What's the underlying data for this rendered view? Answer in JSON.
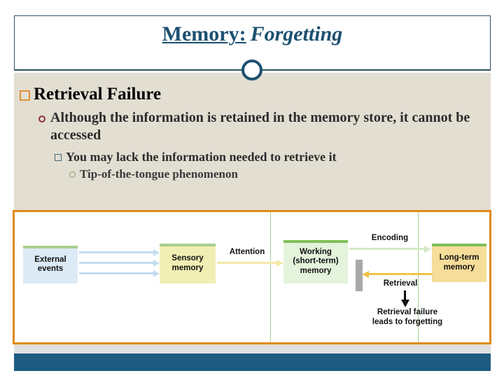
{
  "slide": {
    "title_main": "Memory:",
    "title_sub": "Forgetting",
    "accent_title_color": "#1d5070",
    "body_background_color": "#e3ded2",
    "footer_bar_color": "#1d5c80"
  },
  "bullets": {
    "level1": {
      "text": "Retrieval Failure",
      "marker": "square-outline-bullet",
      "marker_color": "#e0913a"
    },
    "level2": {
      "text": "Although the information is retained in the memory store, it cannot be accessed",
      "marker": "circle-outline-bullet",
      "marker_color": "#8c2f3a"
    },
    "level3": {
      "text": "You may lack the information needed to retrieve it",
      "marker": "square-outline-bullet",
      "marker_color": "#3d6a78"
    },
    "level4": {
      "text": "Tip-of-the-tongue phenomenon",
      "marker": "circle-outline-bullet",
      "marker_color": "#7ba05b"
    }
  },
  "diagram": {
    "border_color": "#e08a18",
    "boxes": [
      {
        "id": "external",
        "label": "External\nevents",
        "line1": "External",
        "line2": "events",
        "line3": "",
        "fill": "#dceaf6",
        "topbar": "#a9cf8e"
      },
      {
        "id": "sensory",
        "label": "Sensory memory",
        "line1": "Sensory",
        "line2": "memory",
        "line3": "",
        "fill": "#f2efb4",
        "topbar": "#a9cf8e"
      },
      {
        "id": "working",
        "label": "Working (short-term) memory",
        "line1": "Working",
        "line2": "(short-term)",
        "line3": "memory",
        "fill": "#e4f3dc",
        "topbar": "#7fbf5a"
      },
      {
        "id": "longterm",
        "label": "Long-term memory",
        "line1": "Long-term",
        "line2": "memory",
        "line3": "",
        "fill": "#f7dd9a",
        "topbar": "#7fbf5a"
      }
    ],
    "labels": {
      "attention": "Attention",
      "encoding": "Encoding",
      "retrieval": "Retrieval",
      "failure_line1": "Retrieval failure",
      "failure_line2": "leads to forgetting"
    },
    "blocker": {
      "name": "retrieval-block-bar",
      "color": "#a8a8a8"
    }
  }
}
